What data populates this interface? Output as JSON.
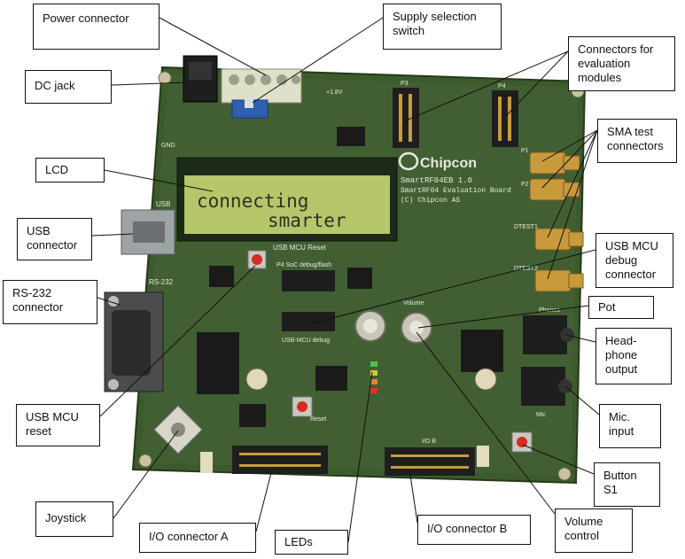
{
  "callouts": {
    "power_connector": "Power connector",
    "supply_selection_switch": "Supply selection\nswitch",
    "connectors_eval_modules": "Connectors for\nevaluation\nmodules",
    "dc_jack": "DC jack",
    "sma_test_connectors": "SMA test\nconnectors",
    "lcd": "LCD",
    "usb_connector": "USB\nconnector",
    "usb_mcu_debug_connector": "USB MCU\ndebug\nconnector",
    "rs232_connector": "RS-232\nconnector",
    "pot": "Pot",
    "headphone_output": "Head-\nphone\noutput",
    "usb_mcu_reset": "USB MCU\nreset",
    "mic_input": "Mic.\ninput",
    "button_s1": "Button\nS1",
    "joystick": "Joystick",
    "volume_control": "Volume\ncontrol",
    "io_connector_a": "I/O connector A",
    "io_connector_b": "I/O connector B",
    "leds": "LEDs"
  },
  "board": {
    "brand": "Chipcon",
    "model_line1": "SmartRF04EB 1.0",
    "model_line2": "SmartRF04 Evaluation Board",
    "copyright": "(C) Chipcon AS",
    "lcd_line1": "connecting",
    "lcd_line2": "smarter",
    "silk_usb": "USB",
    "silk_usb_mcu_reset": "USB MCU Reset",
    "silk_soc_debug_flash": "P4 SoC debug/flash",
    "silk_rs232": "RS-232",
    "silk_usb_mcu_debug": "USB-MCU debug",
    "silk_volume": "Volume",
    "silk_phones": "Phones",
    "silk_mic": "Mic",
    "silk_io_b": "I/O B",
    "silk_reset": "Reset",
    "silk_gnd": "GND",
    "silk_vdd": "+1.8V",
    "silk_sma_labels": [
      "P1",
      "P2",
      "DTEST1",
      "DTEST2"
    ],
    "silk_eval_labels": [
      "P3",
      "P4"
    ]
  },
  "colors": {
    "pcb": "#3d5a2c",
    "pcb_dark": "#2a4220",
    "lcd_screen": "#b6c66a",
    "lcd_text": "#2a3320",
    "gold": "#c99a3c",
    "connector_black": "#1e1e1e",
    "callout_border": "#111111",
    "leader_line": "#111111"
  }
}
